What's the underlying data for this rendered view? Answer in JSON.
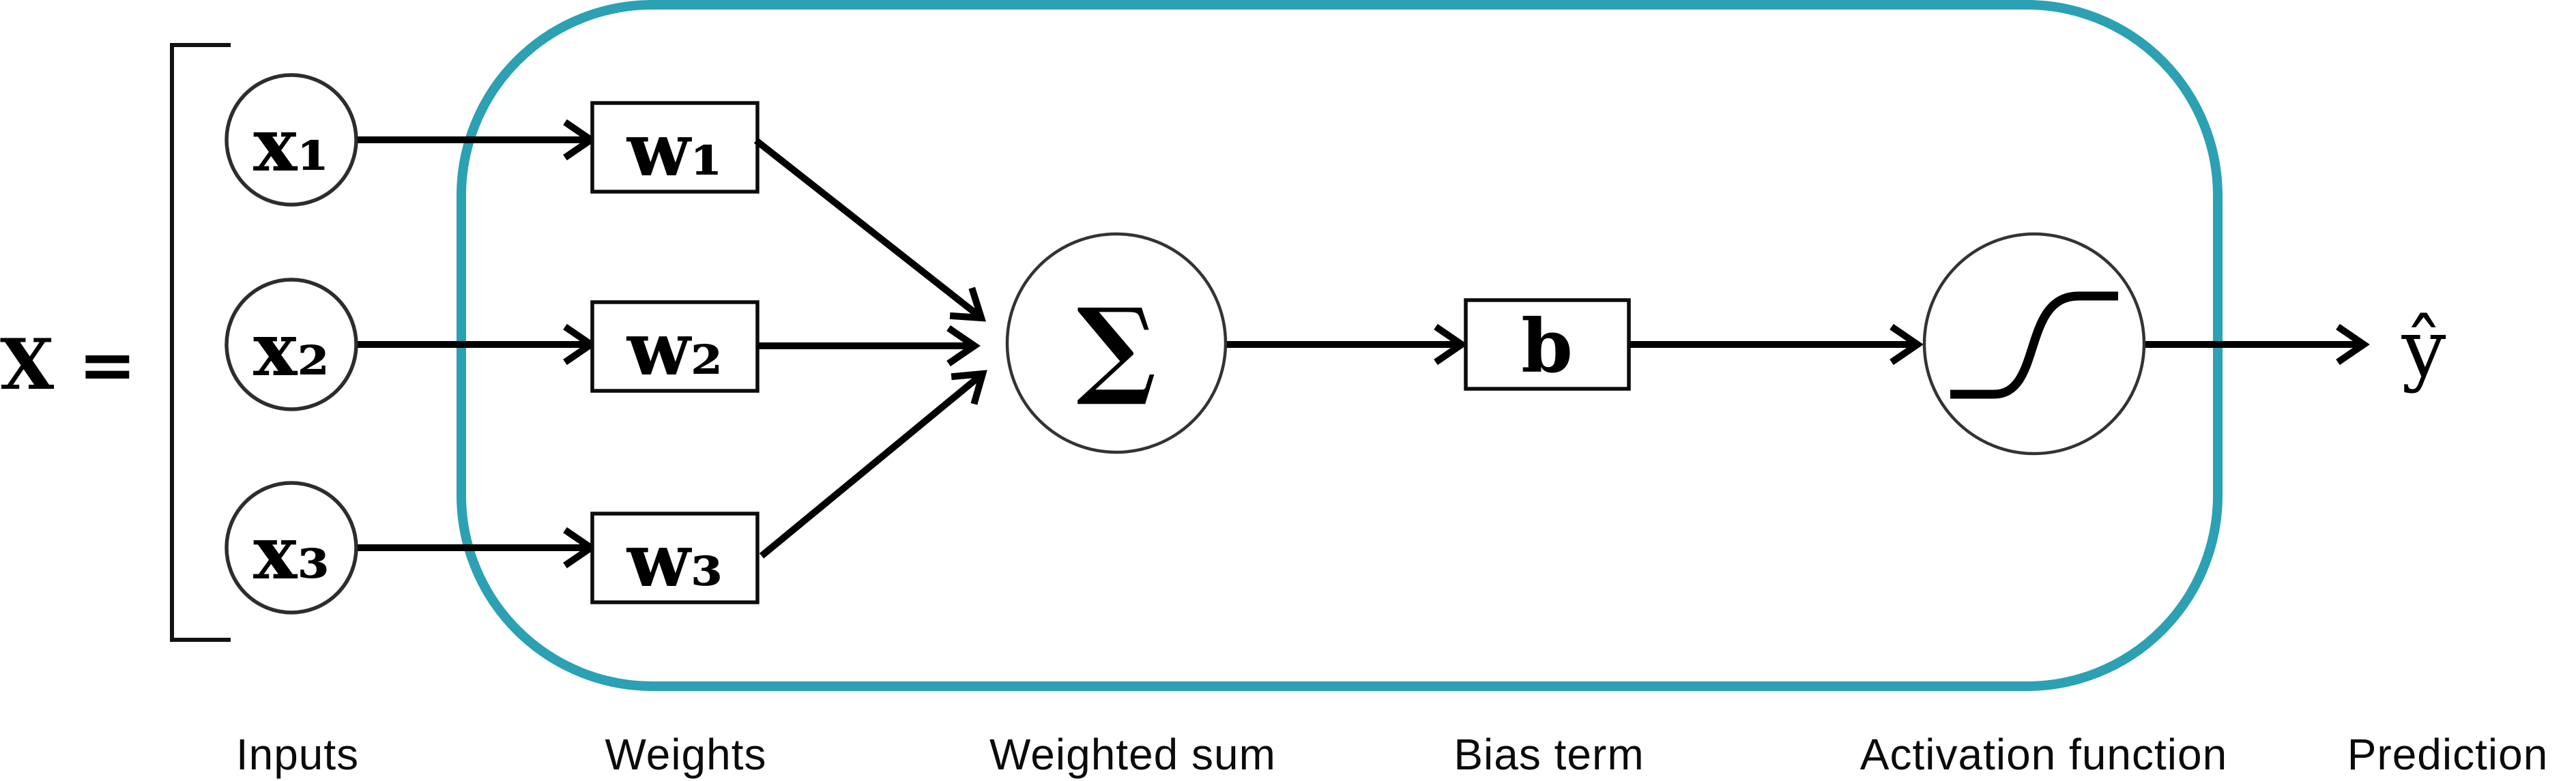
{
  "diagram": {
    "matrix_label": "X =",
    "columns": {
      "inputs": {
        "caption": "Inputs",
        "nodes": [
          "x₁",
          "x₂",
          "x₃"
        ]
      },
      "weights": {
        "caption": "Weights",
        "nodes": [
          "w₁",
          "w₂",
          "w₃"
        ]
      },
      "weighted_sum": {
        "caption": "Weighted sum",
        "symbol": "∑"
      },
      "bias": {
        "caption": "Bias term",
        "symbol": "b"
      },
      "activation": {
        "caption": "Activation function"
      },
      "prediction": {
        "caption": "Prediction",
        "symbol": "ŷ"
      }
    },
    "colors": {
      "accent": "#2BA1B3",
      "ink": "#000000"
    }
  }
}
